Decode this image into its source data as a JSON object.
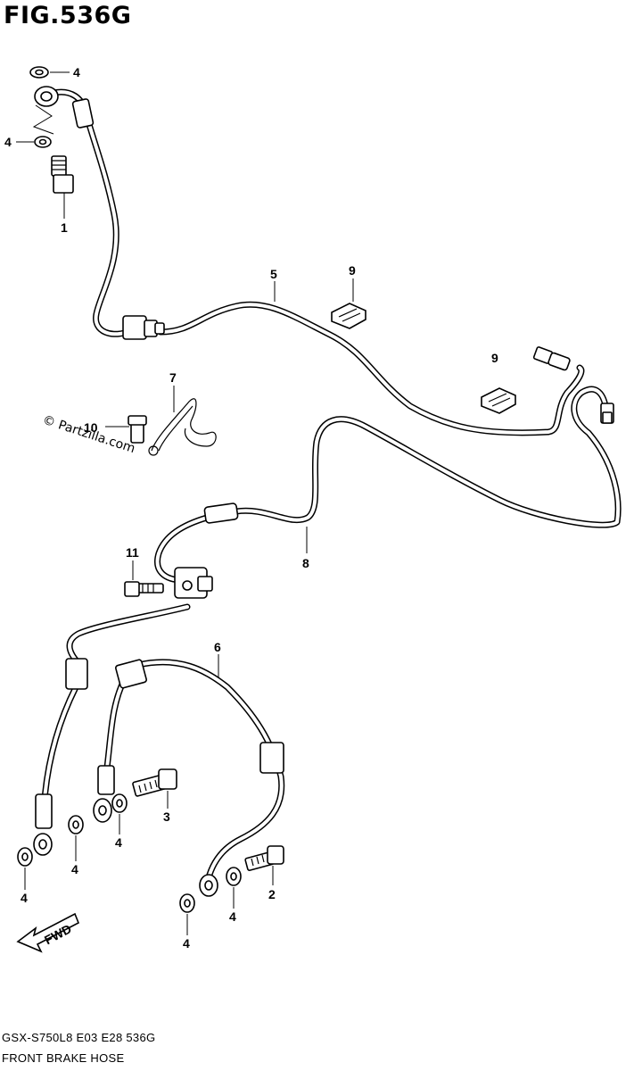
{
  "header": {
    "figure_title": "FIG.536G"
  },
  "footer": {
    "model_code": "GSX-S750L8  E03  E28  536G",
    "section_name": "FRONT BRAKE HOSE"
  },
  "watermark": {
    "text": "© Partzilla.com"
  },
  "fwd_label": "FWD",
  "callouts": [
    {
      "id": "c4a",
      "label": "4"
    },
    {
      "id": "c4b",
      "label": "4"
    },
    {
      "id": "c1",
      "label": "1"
    },
    {
      "id": "c5",
      "label": "5"
    },
    {
      "id": "c9a",
      "label": "9"
    },
    {
      "id": "c9b",
      "label": "9"
    },
    {
      "id": "c7",
      "label": "7"
    },
    {
      "id": "c10",
      "label": "10"
    },
    {
      "id": "c8",
      "label": "8"
    },
    {
      "id": "c11",
      "label": "11"
    },
    {
      "id": "c6",
      "label": "6"
    },
    {
      "id": "c3",
      "label": "3"
    },
    {
      "id": "c4c",
      "label": "4"
    },
    {
      "id": "c4d",
      "label": "4"
    },
    {
      "id": "c4e",
      "label": "4"
    },
    {
      "id": "c2",
      "label": "2"
    },
    {
      "id": "c4f",
      "label": "4"
    },
    {
      "id": "c4g",
      "label": "4"
    }
  ]
}
